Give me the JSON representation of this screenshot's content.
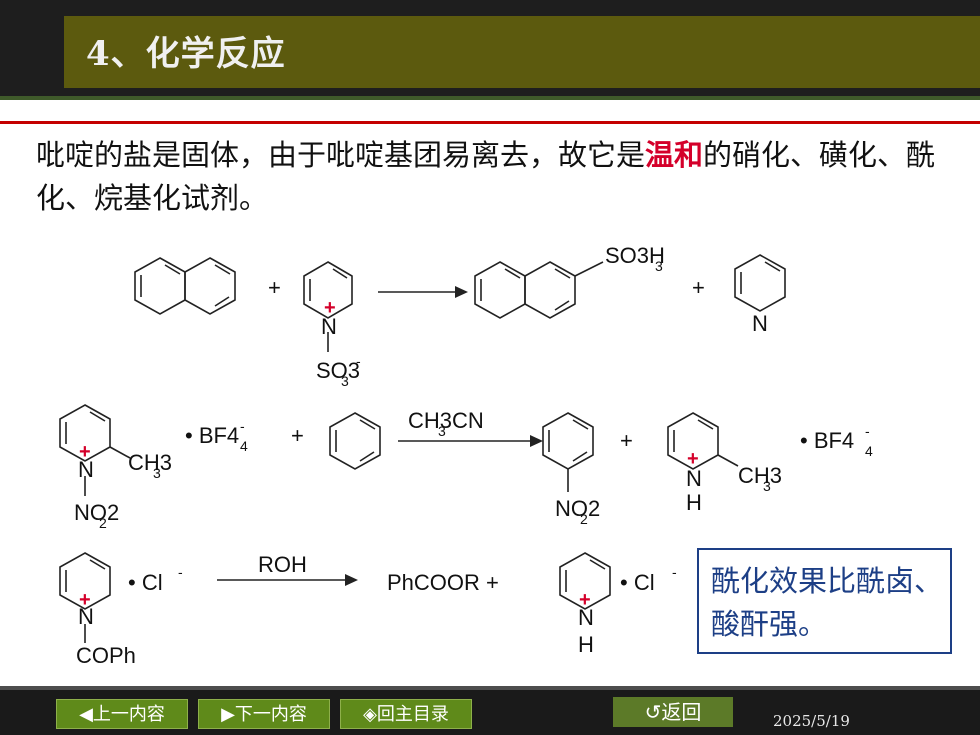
{
  "title": "4、化学反应",
  "intro": {
    "text": "吡啶的盐是固体，由于吡啶基团易离去，故它是",
    "highlight": "温和",
    "text2": "的硝化、磺化、酰化、烷基化试剂。"
  },
  "reactions": {
    "r1": {
      "so3h": "SO3H",
      "n": "N",
      "so3": "SO3",
      "plus": "+"
    },
    "r2": {
      "bf4": "• BF4",
      "ch3": "CH3",
      "no2": "NO2",
      "reagent": "CH3CN",
      "n": "N",
      "h": "H"
    },
    "r3": {
      "cl": "• Cl",
      "coph": "COPh",
      "reagent": "ROH",
      "product": "PhCOOR +",
      "n": "N",
      "h": "H"
    }
  },
  "note": "酰化效果比酰卤、酸酐强。",
  "nav": {
    "prev": "◀上一内容",
    "next": "▶下一内容",
    "home": "◈回主目录",
    "back": "↺返回"
  },
  "date": "2025/5/19",
  "colors": {
    "title_bg": "#5c5a0e",
    "nav_bg": "#5f8a1a",
    "highlight": "#d4002a",
    "note": "#1d3f86"
  }
}
